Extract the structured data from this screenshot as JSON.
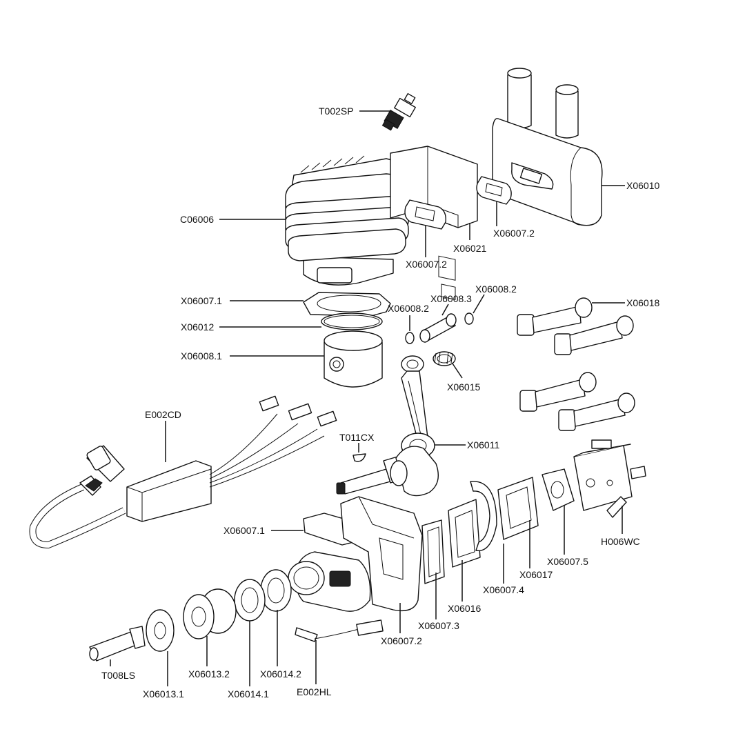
{
  "labels": {
    "T002SP": "T002SP",
    "X06010": "X06010",
    "C06006": "C06006",
    "X06021": "X06021",
    "X06007_2_top_left": "X06007.2",
    "X06007_2_top_right": "X06007.2",
    "X06007_1_top": "X06007.1",
    "X06012": "X06012",
    "X06008_1": "X06008.1",
    "X06008_2_left": "X06008.2",
    "X06008_3": "X06008.3",
    "X06008_2_right": "X06008.2",
    "X06018": "X06018",
    "X06015": "X06015",
    "E002CD": "E002CD",
    "T011CX": "T011CX",
    "X06011": "X06011",
    "X06007_1_bottom": "X06007.1",
    "H006WC": "H006WC",
    "X06007_5": "X06007.5",
    "X06017": "X06017",
    "X06007_4": "X06007.4",
    "X06016": "X06016",
    "X06007_3": "X06007.3",
    "X06007_2_bottom": "X06007.2",
    "T008LS": "T008LS",
    "X06013_2": "X06013.2",
    "X06014_2": "X06014.2",
    "X06013_1": "X06013.1",
    "X06014_1": "X06014.1",
    "E002HL": "E002HL"
  }
}
